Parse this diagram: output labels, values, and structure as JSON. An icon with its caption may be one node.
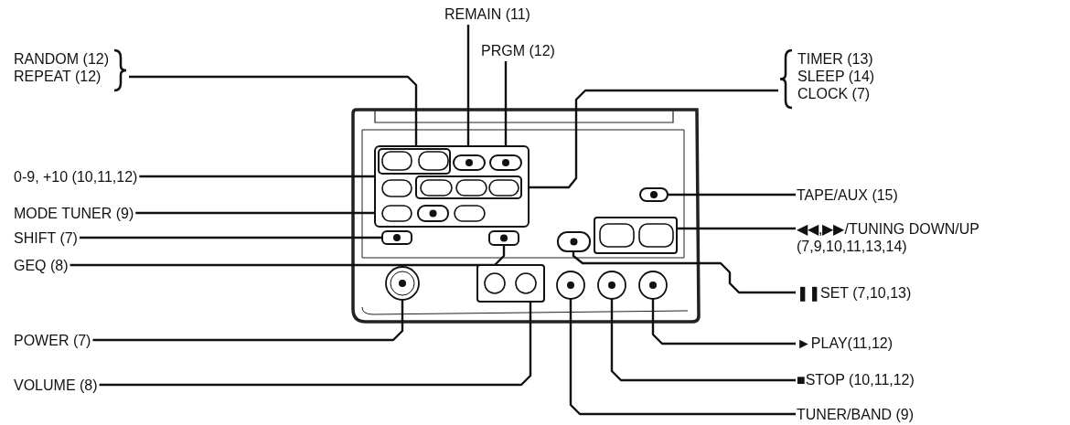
{
  "diagram": {
    "nodes": [
      {
        "text": [
          "REMAIN (11)"
        ]
      },
      {
        "text": [
          "PRGM (12)"
        ]
      },
      {
        "text": [
          "RANDOM (12)",
          "REPEAT (12)"
        ]
      },
      {
        "text": [
          "TIMER (13)",
          "SLEEP (14)",
          "CLOCK (7)"
        ]
      },
      {
        "text": [
          "0-9, +10 (10,11,12)"
        ]
      },
      {
        "text": [
          "MODE TUNER (9)"
        ]
      },
      {
        "text": [
          "SHIFT (7)"
        ]
      },
      {
        "text": [
          "GEQ (8)"
        ]
      },
      {
        "text": [
          "TAPE/AUX (15)"
        ]
      },
      {
        "text": [
          "◀◀,▶▶/TUNING DOWN/UP (7,9,10,11,13,14)"
        ]
      },
      {
        "text": [
          "❚❚SET (7,10,13)"
        ]
      },
      {
        "text": [
          "►PLAY(11,12)"
        ]
      },
      {
        "text": [
          "■STOP (10,11,12)"
        ]
      },
      {
        "text": [
          "POWER (7)"
        ]
      },
      {
        "text": [
          "VOLUME (8)"
        ]
      },
      {
        "text": [
          "TUNER/BAND (9)"
        ]
      },
      {
        "text": [],
        "shape": "box"
      },
      {
        "text": [],
        "shape": "box",
        "in": 16
      },
      {
        "text": [],
        "shape": "box",
        "in": 16
      },
      {
        "text": [],
        "shape": "box",
        "in": 16
      },
      {
        "text": [],
        "shape": "box",
        "in": 16
      },
      {
        "text": [],
        "shape": "box",
        "in": 16
      },
      {
        "text": [],
        "shape": "box"
      },
      {
        "text": [],
        "shape": "box"
      },
      {
        "text": [],
        "shape": "box"
      },
      {
        "text": [],
        "shape": "box"
      },
      {
        "text": [],
        "shape": "box"
      },
      {
        "text": [],
        "shape": "circle"
      },
      {
        "text": [],
        "shape": "box"
      },
      {
        "text": [],
        "shape": "circle"
      },
      {
        "text": [],
        "shape": "circle"
      },
      {
        "text": [],
        "shape": "circle"
      }
    ],
    "edges": [
      {
        "from": 0,
        "to": 18,
        "arrow": "none"
      },
      {
        "from": 1,
        "to": 19,
        "arrow": "none"
      },
      {
        "from": 2,
        "to": 17,
        "arrow": "none"
      },
      {
        "from": 3,
        "to": 20,
        "arrow": "none"
      },
      {
        "from": 4,
        "to": 16,
        "arrow": "none"
      },
      {
        "from": 5,
        "to": 21,
        "arrow": "none"
      },
      {
        "from": 6,
        "to": 22,
        "arrow": "none"
      },
      {
        "from": 7,
        "to": 23,
        "arrow": "none"
      },
      {
        "from": 8,
        "to": 24,
        "arrow": "none"
      },
      {
        "from": 9,
        "to": 25,
        "arrow": "none"
      },
      {
        "from": 10,
        "to": 26,
        "arrow": "none"
      },
      {
        "from": 11,
        "to": 31,
        "arrow": "none"
      },
      {
        "from": 12,
        "to": 30,
        "arrow": "none"
      },
      {
        "from": 13,
        "to": 27,
        "arrow": "none"
      },
      {
        "from": 14,
        "to": 28,
        "arrow": "none"
      },
      {
        "from": 15,
        "to": 29,
        "arrow": "none"
      }
    ]
  }
}
